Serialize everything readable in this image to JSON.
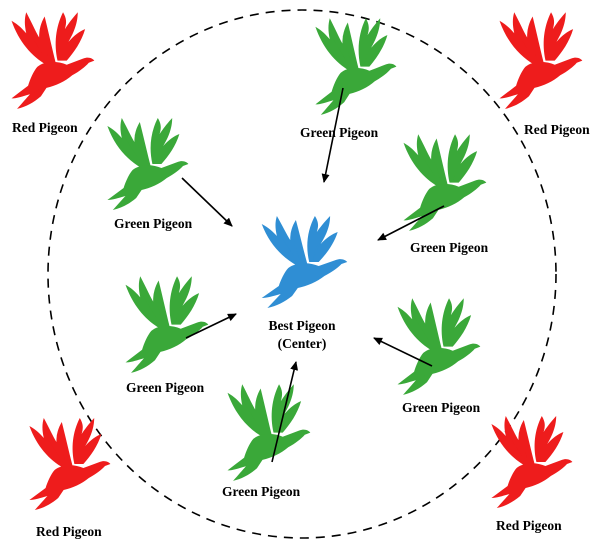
{
  "diagram": {
    "boundary": {
      "style": "dashed-circle"
    },
    "colors": {
      "red": "#ee1c1c",
      "green": "#3aa839",
      "blue": "#2f8ed4",
      "outline": "#000000"
    },
    "center": {
      "label_line1": "Best Pigeon",
      "label_line2": "(Center)",
      "color": "blue"
    },
    "green_pigeons": [
      {
        "label": "Green Pigeon"
      },
      {
        "label": "Green Pigeon"
      },
      {
        "label": "Green Pigeon"
      },
      {
        "label": "Green Pigeon"
      },
      {
        "label": "Green Pigeon"
      },
      {
        "label": "Green Pigeon"
      }
    ],
    "red_pigeons": [
      {
        "label": "Red Pigeon"
      },
      {
        "label": "Red Pigeon"
      },
      {
        "label": "Red Pigeon"
      },
      {
        "label": "Red Pigeon"
      }
    ]
  }
}
